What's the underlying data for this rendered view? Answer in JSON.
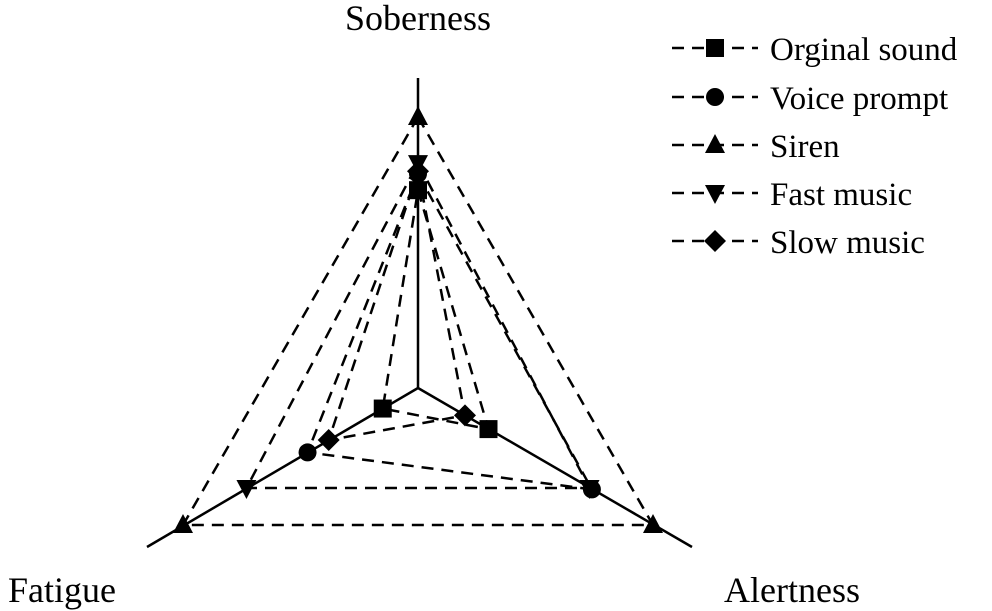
{
  "chart_data": {
    "type": "radar",
    "axes": [
      "Soberness",
      "Alertness",
      "Fatigue"
    ],
    "scale": [
      0,
      1
    ],
    "series": [
      {
        "name": "Orginal sound",
        "marker": "square",
        "values": [
          0.73,
          0.3,
          0.15
        ]
      },
      {
        "name": "Voice prompt",
        "marker": "circle",
        "values": [
          0.79,
          0.74,
          0.47
        ]
      },
      {
        "name": "Siren",
        "marker": "triangle-up",
        "values": [
          1.0,
          1.0,
          1.0
        ]
      },
      {
        "name": "Fast music",
        "marker": "triangle-down",
        "values": [
          0.83,
          0.73,
          0.73
        ]
      },
      {
        "name": "Slow music",
        "marker": "diamond",
        "values": [
          0.8,
          0.2,
          0.38
        ]
      }
    ],
    "legend_position": "top-right",
    "grid": false
  }
}
